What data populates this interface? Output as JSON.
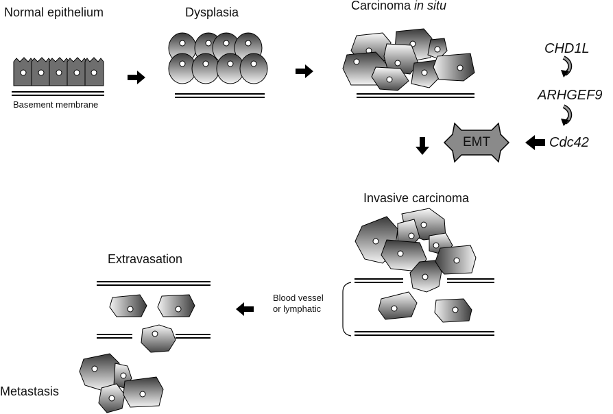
{
  "stages": {
    "normal": "Normal epithelium",
    "dysplasia": "Dysplasia",
    "cis_main": "Carcinoma ",
    "cis_italic": "in situ",
    "invasive": "Invasive carcinoma",
    "extravasation": "Extravasation",
    "metastasis": "Metastasis"
  },
  "labels": {
    "basement_membrane": "Basement membrane",
    "blood_vessel_line1": "Blood vessel",
    "blood_vessel_line2": "or lymphatic",
    "emt": "EMT"
  },
  "genes": [
    "CHD1L",
    "ARHGEF9",
    "Cdc42"
  ],
  "colors": {
    "cell_dark": "#3a3a3a",
    "cell_light": "#ffffff",
    "normal_cell": "#6e6e6e",
    "emt_fill": "#8a8a8a",
    "line": "#000000"
  },
  "icons": {
    "flow_arrow": "arrow-right",
    "pathway_arrow": "curved-arrow-down"
  }
}
